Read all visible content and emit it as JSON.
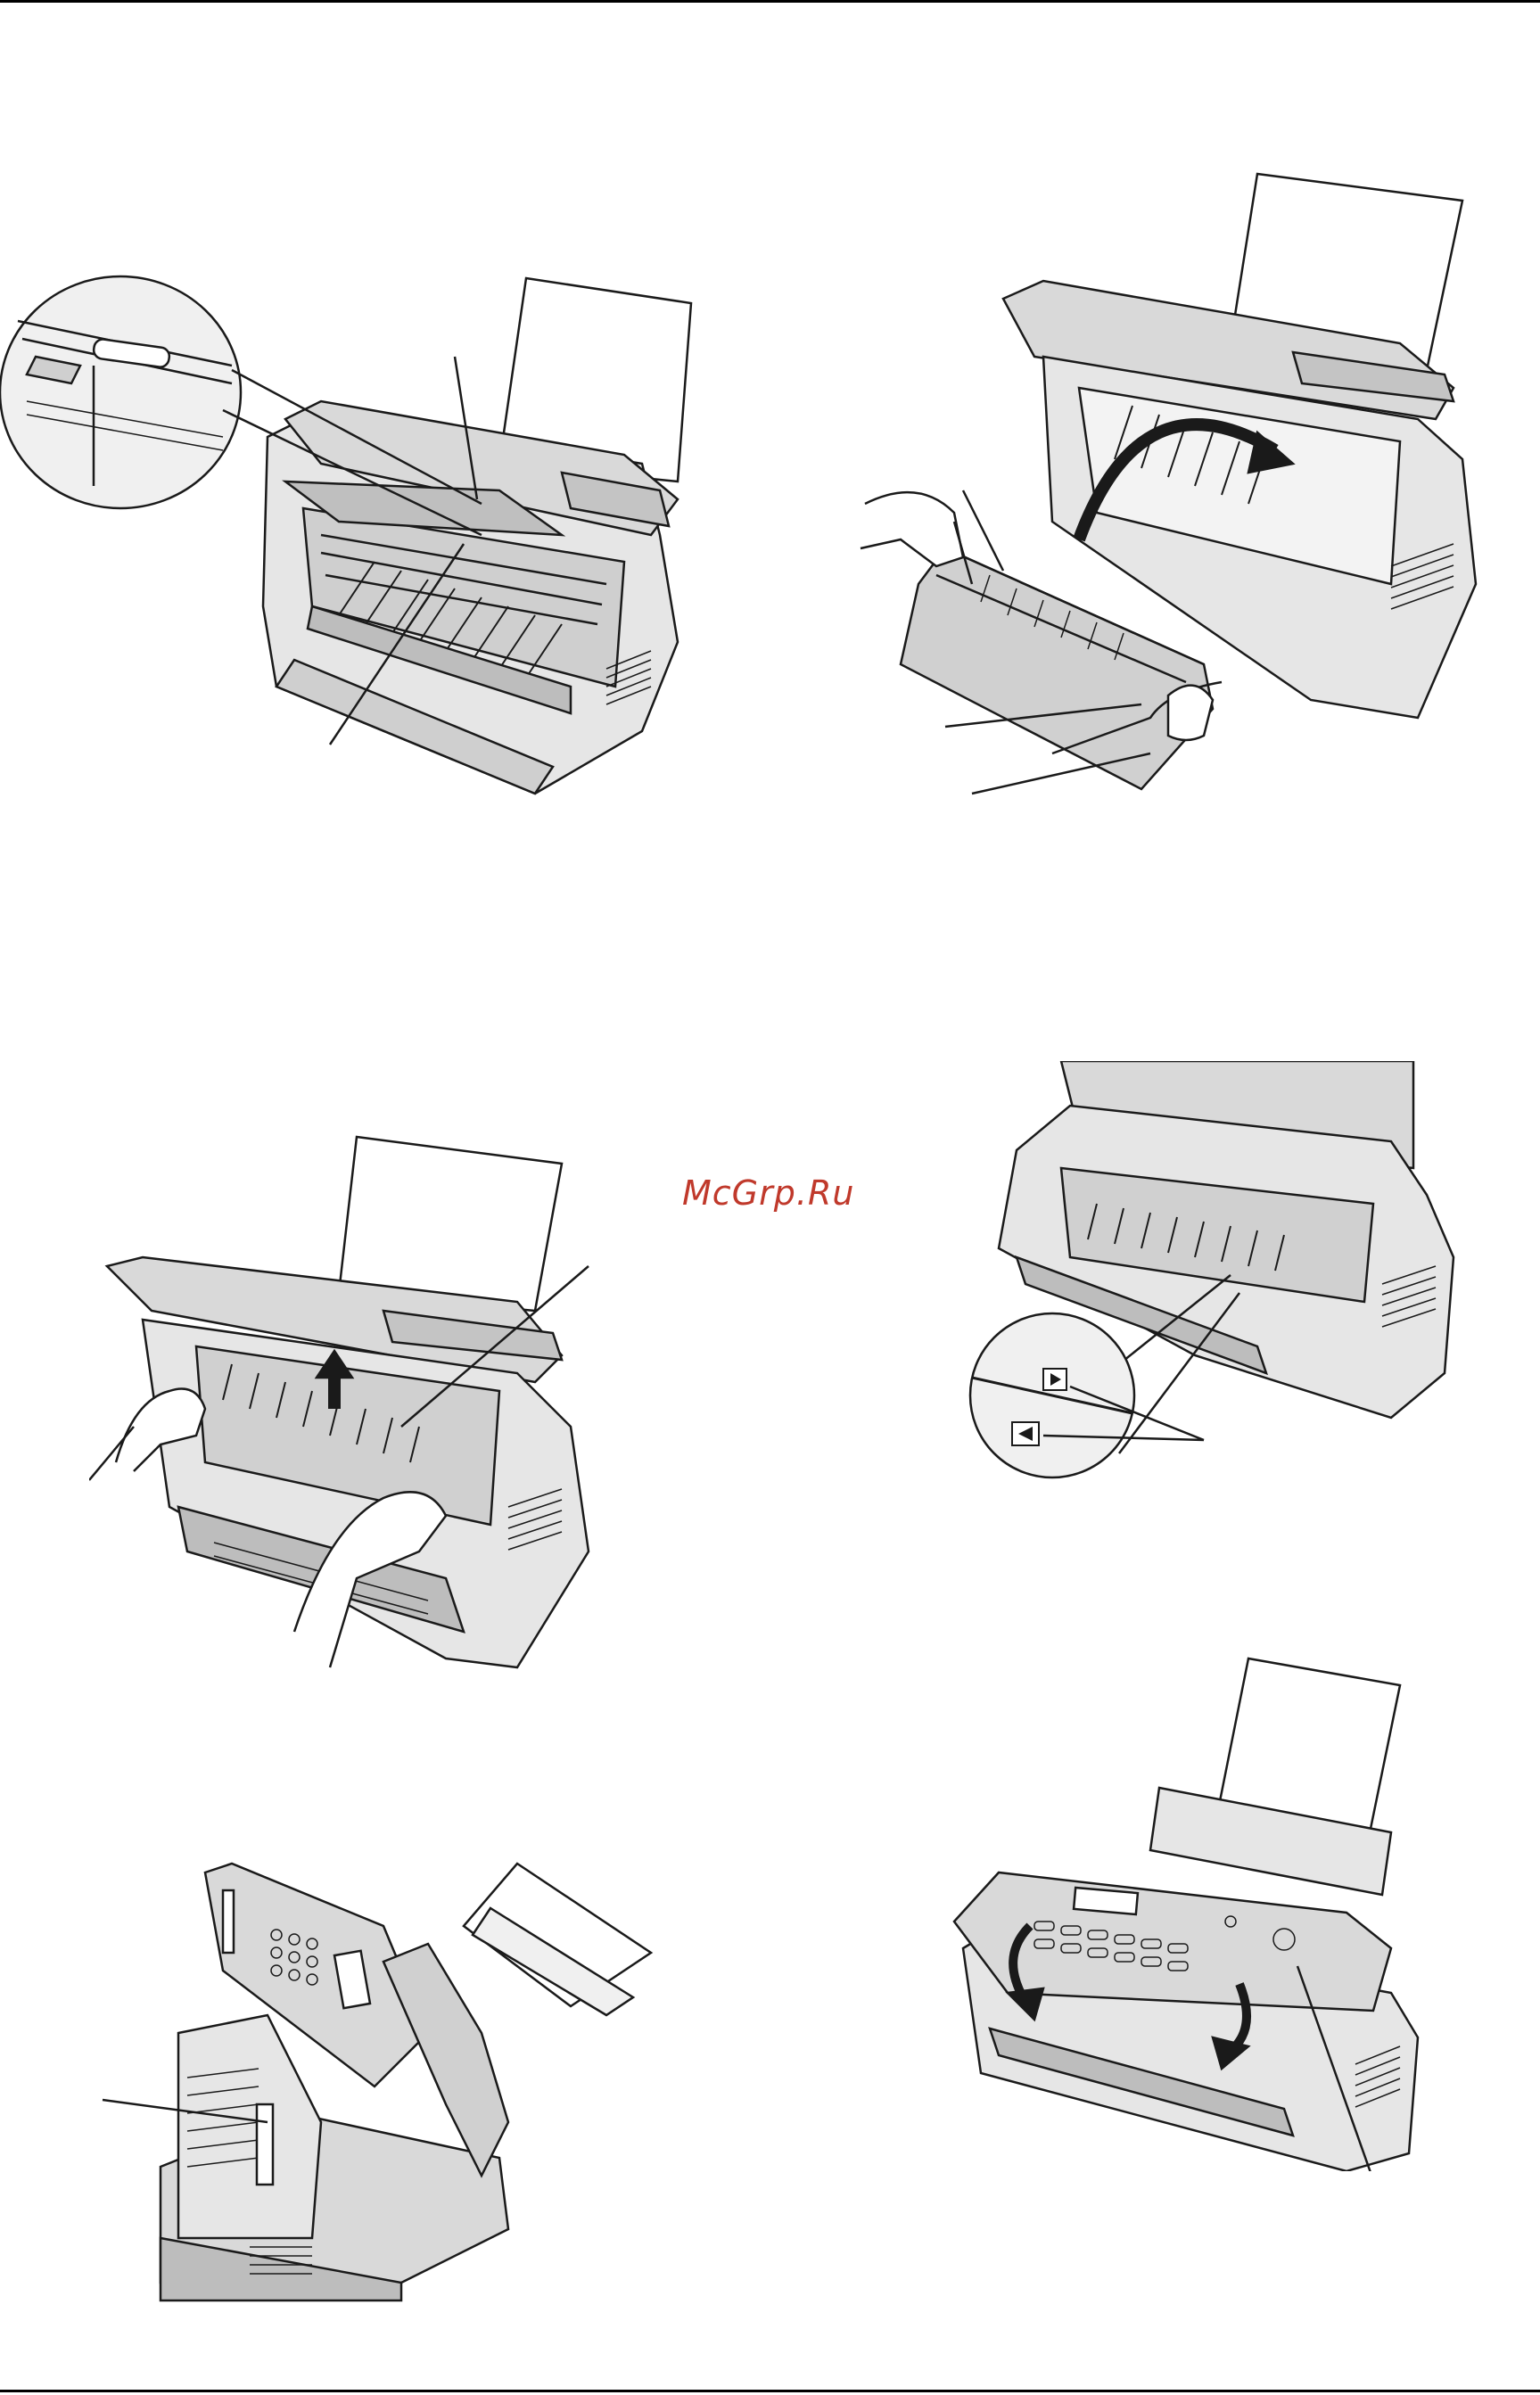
{
  "watermark": {
    "text": "McGrp.Ru",
    "color": "#c0392b"
  },
  "figures": [
    {
      "id": "fig-1",
      "description_icon": "fax-open-cover-roller-closeup"
    },
    {
      "id": "fig-2",
      "description_icon": "fax-drum-unit-removal"
    },
    {
      "id": "fig-3",
      "description_icon": "fax-lift-drum-unit"
    },
    {
      "id": "fig-4",
      "description_icon": "fax-triangle-marks-closeup"
    },
    {
      "id": "fig-5",
      "description_icon": "fax-side-view-open"
    },
    {
      "id": "fig-6",
      "description_icon": "fax-close-cover"
    }
  ],
  "colors": {
    "line": "#1a1a1a",
    "body": "#d9d9d9",
    "body_dark": "#9c9c9c",
    "paper": "#ffffff"
  }
}
